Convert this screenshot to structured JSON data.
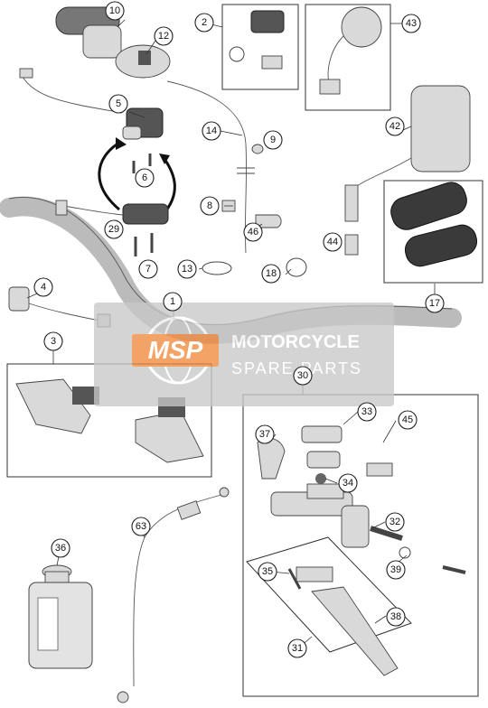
{
  "diagram": {
    "callouts": [
      {
        "id": "c10",
        "label": "10"
      },
      {
        "id": "c12",
        "label": "12"
      },
      {
        "id": "c2",
        "label": "2"
      },
      {
        "id": "c43",
        "label": "43"
      },
      {
        "id": "c5",
        "label": "5"
      },
      {
        "id": "c14",
        "label": "14"
      },
      {
        "id": "c9",
        "label": "9"
      },
      {
        "id": "c42",
        "label": "42"
      },
      {
        "id": "c6",
        "label": "6"
      },
      {
        "id": "c8",
        "label": "8"
      },
      {
        "id": "c46",
        "label": "46"
      },
      {
        "id": "c29",
        "label": "29"
      },
      {
        "id": "c7",
        "label": "7"
      },
      {
        "id": "c13",
        "label": "13"
      },
      {
        "id": "c18",
        "label": "18"
      },
      {
        "id": "c44",
        "label": "44"
      },
      {
        "id": "c17",
        "label": "17"
      },
      {
        "id": "c4",
        "label": "4"
      },
      {
        "id": "c1",
        "label": "1"
      },
      {
        "id": "c3",
        "label": "3"
      },
      {
        "id": "c30",
        "label": "30"
      },
      {
        "id": "c33",
        "label": "33"
      },
      {
        "id": "c45",
        "label": "45"
      },
      {
        "id": "c37",
        "label": "37"
      },
      {
        "id": "c34",
        "label": "34"
      },
      {
        "id": "c32",
        "label": "32"
      },
      {
        "id": "c63",
        "label": "63"
      },
      {
        "id": "c36",
        "label": "36"
      },
      {
        "id": "c35",
        "label": "35"
      },
      {
        "id": "c39",
        "label": "39"
      },
      {
        "id": "c38",
        "label": "38"
      },
      {
        "id": "c31",
        "label": "31"
      }
    ]
  },
  "watermark": {
    "logo": "MSP",
    "line1": "MOTORCYCLE",
    "line2": "SPARE PARTS"
  },
  "colors": {
    "watermark_bg": "#c8c8c8",
    "logo_orange": "#f08a3c"
  }
}
